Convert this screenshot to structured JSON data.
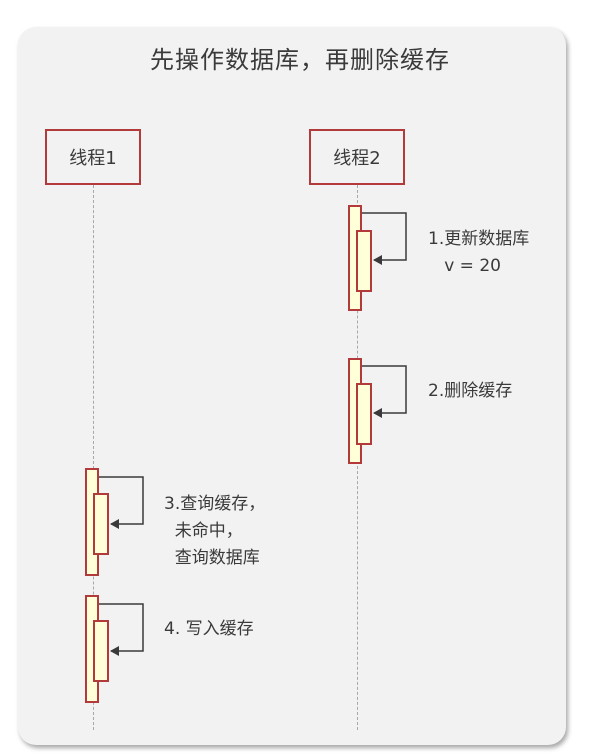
{
  "title": "先操作数据库，再删除缓存",
  "actors": {
    "thread1": "线程1",
    "thread2": "线程2"
  },
  "messages": {
    "m1_line1": "1.更新数据库",
    "m1_line2": "   v = 20",
    "m2": "2.删除缓存",
    "m3_line1": "3.查询缓存，",
    "m3_line2": "  未命中，",
    "m3_line3": "  查询数据库",
    "m4": "4. 写入缓存"
  },
  "colors": {
    "border": "#b23a3a",
    "activation_fill": "#ffffd8",
    "background": "#f2f2f2",
    "arrow": "#3a3a3a"
  }
}
